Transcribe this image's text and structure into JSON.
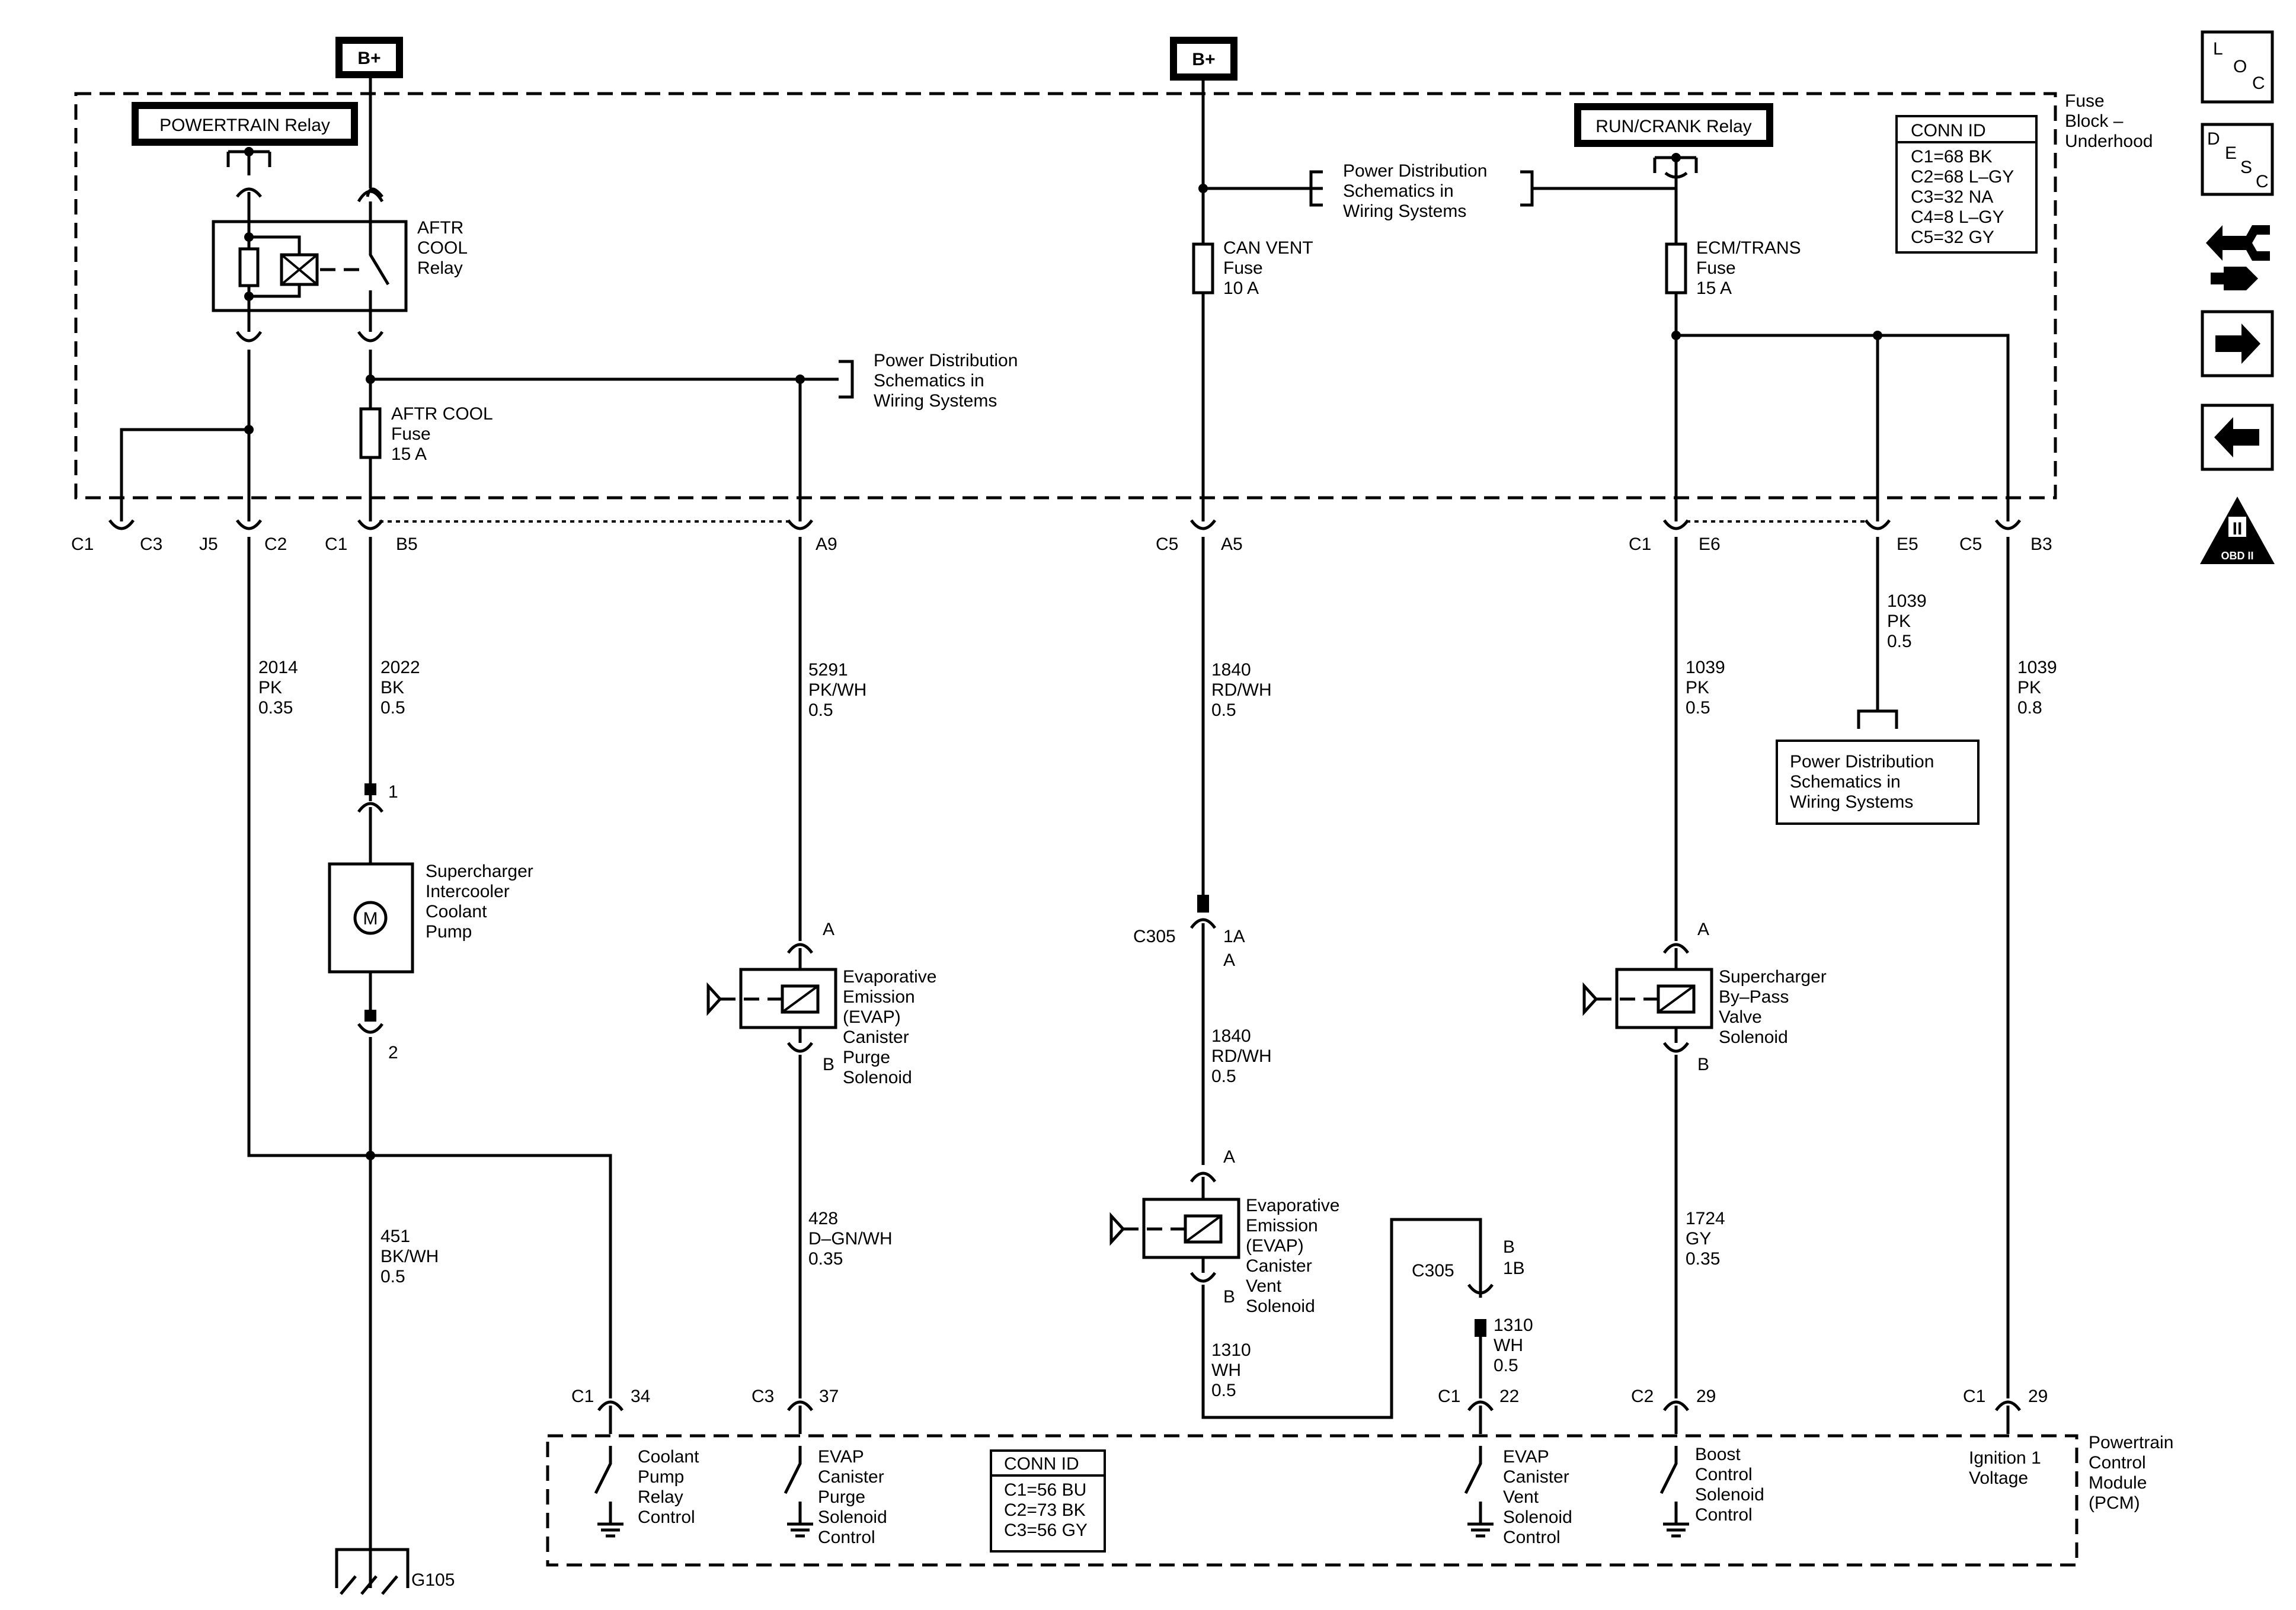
{
  "power": {
    "b_plus": "B+"
  },
  "relays": {
    "powertrain": "POWERTRAIN Relay",
    "run_crank": "RUN/CRANK Relay",
    "aftr_cool": [
      "AFTR",
      "COOL",
      "Relay"
    ]
  },
  "fuse_block": {
    "label": [
      "Fuse",
      "Block –",
      "Underhood"
    ]
  },
  "fuses": {
    "aftr_cool": [
      "AFTR COOL",
      "Fuse",
      "15 A"
    ],
    "can_vent": [
      "CAN VENT",
      "Fuse",
      "10 A"
    ],
    "ecm_trans": [
      "ECM/TRANS",
      "Fuse",
      "15 A"
    ]
  },
  "power_dist": [
    "Power Distribution",
    "Schematics in",
    "Wiring Systems"
  ],
  "conn_id_fuse": {
    "title": "CONN ID",
    "rows": [
      "C1=68 BK",
      "C2=68 L–GY",
      "C3=32 NA",
      "C4=8 L–GY",
      "C5=32 GY"
    ]
  },
  "conn_id_pcm": {
    "title": "CONN ID",
    "rows": [
      "C1=56 BU",
      "C2=73 BK",
      "C3=56 GY"
    ]
  },
  "connector_labels": {
    "c1_a": "C1",
    "c3_a": "C3",
    "j5": "J5",
    "c2_a": "C2",
    "c1_b": "C1",
    "b5": "B5",
    "a9": "A9",
    "c5_a": "C5",
    "a5": "A5",
    "c1_c": "C1",
    "e6": "E6",
    "e5": "E5",
    "c5_b": "C5",
    "b3": "B3"
  },
  "wires": {
    "w2014": [
      "2014",
      "PK",
      "0.35"
    ],
    "w2022": [
      "2022",
      "BK",
      "0.5"
    ],
    "w5291": [
      "5291",
      "PK/WH",
      "0.5"
    ],
    "w1840a": [
      "1840",
      "RD/WH",
      "0.5"
    ],
    "w1039a": [
      "1039",
      "PK",
      "0.5"
    ],
    "w1039b": [
      "1039",
      "PK",
      "0.5"
    ],
    "w1039c": [
      "1039",
      "PK",
      "0.8"
    ],
    "w451": [
      "451",
      "BK/WH",
      "0.5"
    ],
    "w428": [
      "428",
      "D–GN/WH",
      "0.35"
    ],
    "w1840b": [
      "1840",
      "RD/WH",
      "0.5"
    ],
    "w1310a": [
      "1310",
      "WH",
      "0.5"
    ],
    "w1310b": [
      "1310",
      "WH",
      "0.5"
    ],
    "w1724": [
      "1724",
      "GY",
      "0.35"
    ]
  },
  "components": {
    "coolant_pump": [
      "Supercharger",
      "Intercooler",
      "Coolant",
      "Pump"
    ],
    "motor_symbol": "M",
    "purge_solenoid": [
      "Evaporative",
      "Emission",
      "(EVAP)",
      "Canister",
      "Purge",
      "Solenoid"
    ],
    "vent_solenoid": [
      "Evaporative",
      "Emission",
      "(EVAP)",
      "Canister",
      "Vent",
      "Solenoid"
    ],
    "bypass_solenoid": [
      "Supercharger",
      "By–Pass",
      "Valve",
      "Solenoid"
    ]
  },
  "pins": {
    "pump_1": "1",
    "pump_2": "2",
    "purge_a": "A",
    "purge_b": "B",
    "c305_top": "C305",
    "c305_1a": "1A",
    "c305_a": "A",
    "vent_a": "A",
    "vent_b": "B",
    "c305_bot": "C305",
    "c305_b": "B",
    "c305_1b": "1B",
    "bypass_a": "A",
    "bypass_b": "B"
  },
  "pcm": {
    "label": [
      "Powertrain",
      "Control",
      "Module",
      "(PCM)"
    ],
    "connectors": [
      {
        "conn": "C1",
        "pin": "34"
      },
      {
        "conn": "C3",
        "pin": "37"
      },
      {
        "conn": "C1",
        "pin": "22"
      },
      {
        "conn": "C2",
        "pin": "29"
      },
      {
        "conn": "C1",
        "pin": "29"
      }
    ],
    "circuits": {
      "coolant": [
        "Coolant",
        "Pump",
        "Relay",
        "Control"
      ],
      "purge": [
        "EVAP",
        "Canister",
        "Purge",
        "Solenoid",
        "Control"
      ],
      "vent": [
        "EVAP",
        "Canister",
        "Vent",
        "Solenoid",
        "Control"
      ],
      "boost": [
        "Boost",
        "Control",
        "Solenoid",
        "Control"
      ],
      "ignition": [
        "Ignition 1",
        "Voltage"
      ]
    }
  },
  "ground": "G105",
  "nav": {
    "loc": [
      "L",
      "O",
      "C"
    ],
    "desc": [
      "D",
      "E",
      "S",
      "C"
    ],
    "obd_numeral": "II",
    "obd_text": "OBD II"
  }
}
